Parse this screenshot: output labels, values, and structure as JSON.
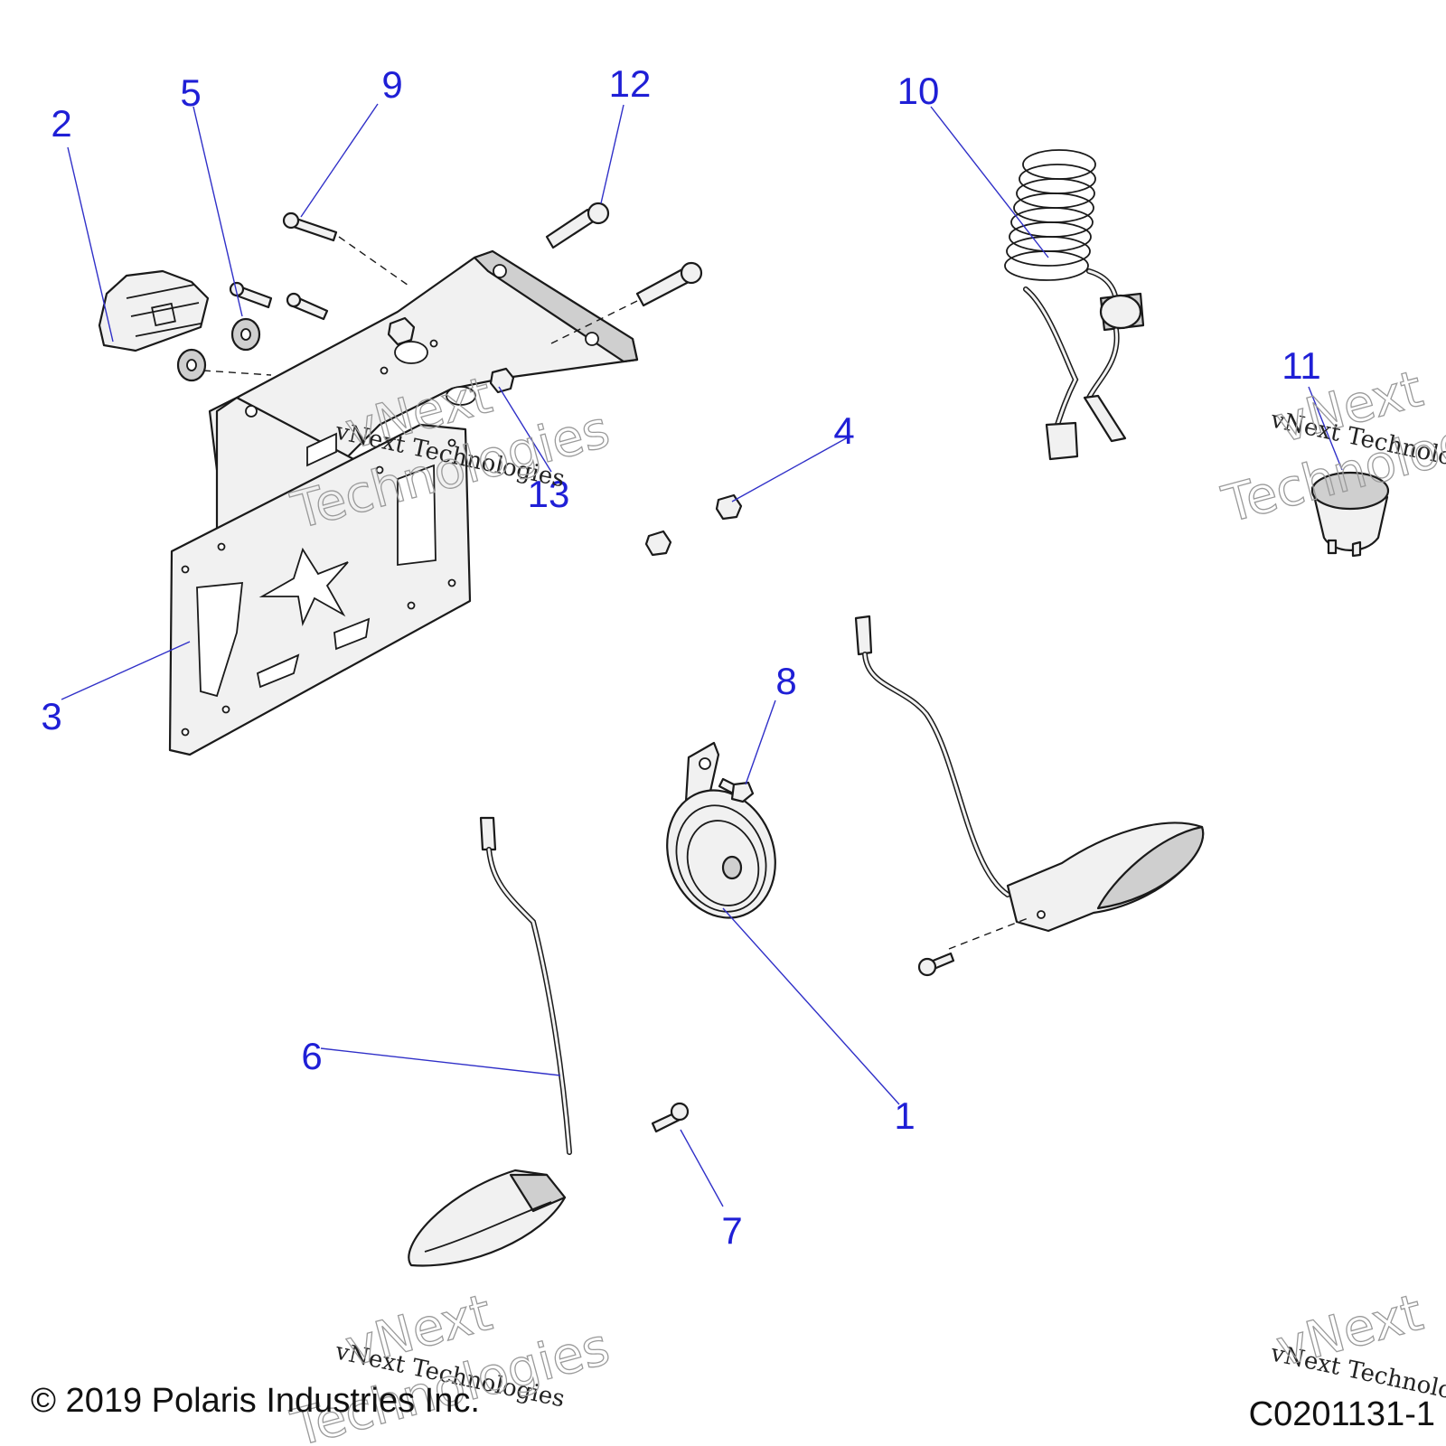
{
  "diagram": {
    "callouts": [
      {
        "id": "1",
        "label": "1"
      },
      {
        "id": "2",
        "label": "2"
      },
      {
        "id": "3",
        "label": "3"
      },
      {
        "id": "4",
        "label": "4"
      },
      {
        "id": "5",
        "label": "5"
      },
      {
        "id": "6",
        "label": "6"
      },
      {
        "id": "7",
        "label": "7"
      },
      {
        "id": "8",
        "label": "8"
      },
      {
        "id": "9",
        "label": "9"
      },
      {
        "id": "10",
        "label": "10"
      },
      {
        "id": "11",
        "label": "11"
      },
      {
        "id": "12",
        "label": "12"
      },
      {
        "id": "13",
        "label": "13"
      }
    ],
    "watermark": {
      "line1": "vNext Technologies",
      "line2": "vNext",
      "line3": "Technologies"
    },
    "footer": {
      "copyright": "© 2019 Polaris Industries Inc.",
      "drawing_code": "C0201131-1"
    },
    "colors": {
      "callout": "#1f1fd6",
      "line": "#1a1a1a",
      "watermark": "#9a9a9a"
    }
  }
}
